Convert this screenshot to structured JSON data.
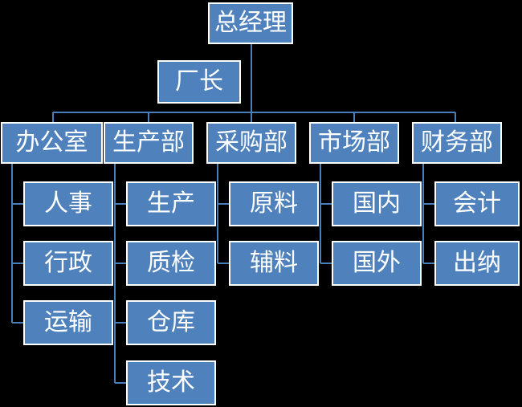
{
  "colors": {
    "background": "#000000",
    "box_fill": "#4f81bd",
    "box_border": "#ffffff",
    "connector": "#4a7ebb",
    "text": "#ffffff"
  },
  "org_chart": {
    "ceo": "总经理",
    "factory_director": "厂长",
    "departments": [
      {
        "name": "办公室",
        "children": [
          "人事",
          "行政",
          "运输"
        ]
      },
      {
        "name": "生产部",
        "children": [
          "生产",
          "质检",
          "仓库",
          "技术"
        ]
      },
      {
        "name": "采购部",
        "children": [
          "原料",
          "辅料"
        ]
      },
      {
        "name": "市场部",
        "children": [
          "国内",
          "国外"
        ]
      },
      {
        "name": "财务部",
        "children": [
          "会计",
          "出纳"
        ]
      }
    ]
  }
}
